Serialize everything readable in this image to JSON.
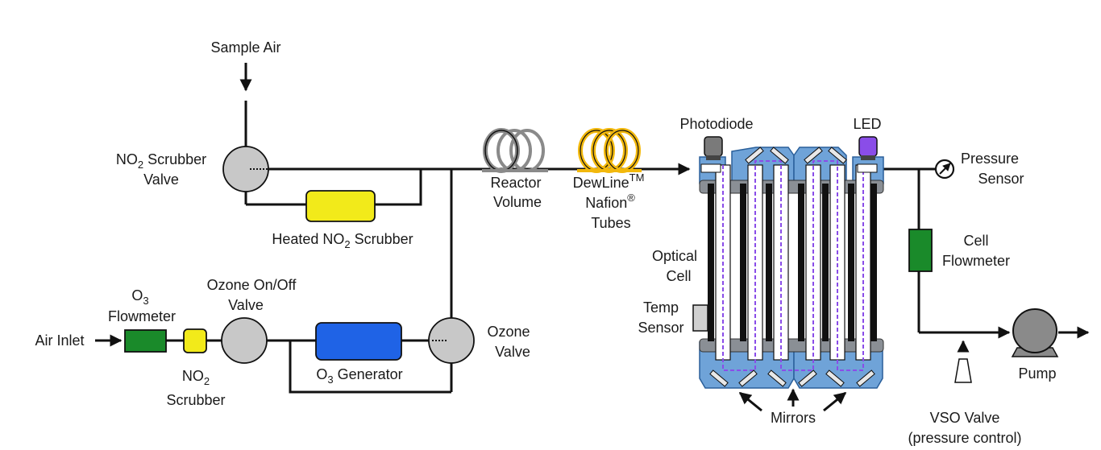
{
  "labels": {
    "sample_air": "Sample Air",
    "no2_scrubber_valve_l1": "NO",
    "no2_scrubber_valve_sub": "2",
    "no2_scrubber_valve_l1b": " Scrubber",
    "no2_scrubber_valve_l2": "Valve",
    "heated_no2_scrubber_a": "Heated NO",
    "heated_no2_scrubber_sub": "2",
    "heated_no2_scrubber_b": " Scrubber",
    "reactor_volume_l1": "Reactor",
    "reactor_volume_l2": "Volume",
    "dewline_l1": "DewLine",
    "dewline_sup": "TM",
    "dewline_l2": "Nafion",
    "dewline_reg": "®",
    "dewline_l3": "Tubes",
    "photodiode": "Photodiode",
    "led": "LED",
    "pressure_sensor_l1": "Pressure",
    "pressure_sensor_l2": "Sensor",
    "cell_flowmeter_l1": "Cell",
    "cell_flowmeter_l2": "Flowmeter",
    "optical_cell_l1": "Optical",
    "optical_cell_l2": "Cell",
    "temp_sensor_l1": "Temp",
    "temp_sensor_l2": "Sensor",
    "mirrors": "Mirrors",
    "pump": "Pump",
    "vso_valve_l1": "VSO Valve",
    "vso_valve_l2": "(pressure control)",
    "o3_flowmeter_l1": "O",
    "o3_flowmeter_sub": "3",
    "o3_flowmeter_l2": "Flowmeter",
    "air_inlet": "Air Inlet",
    "ozone_onoff_l1": "Ozone On/Off",
    "ozone_onoff_l2": "Valve",
    "no2_scrubber_small_l1": "NO",
    "no2_scrubber_small_sub": "2",
    "no2_scrubber_small_l2": "Scrubber",
    "o3_generator_a": "O",
    "o3_generator_sub": "3",
    "o3_generator_b": " Generator",
    "ozone_valve_l1": "Ozone",
    "ozone_valve_l2": "Valve"
  },
  "colors": {
    "heated_scrubber": "#f2ea1a",
    "o3_generator": "#1f63e6",
    "flowmeter": "#1a8a2a",
    "no2_scrubber_small": "#f2ea1a",
    "dewline_coil": "#f2b80c",
    "reactor_coil": "#8a8a8a",
    "optical_cell": "#6fa3d8",
    "led": "#8a4de8",
    "photodiode": "#7a7a7a",
    "pump": "#8a8a8a"
  }
}
